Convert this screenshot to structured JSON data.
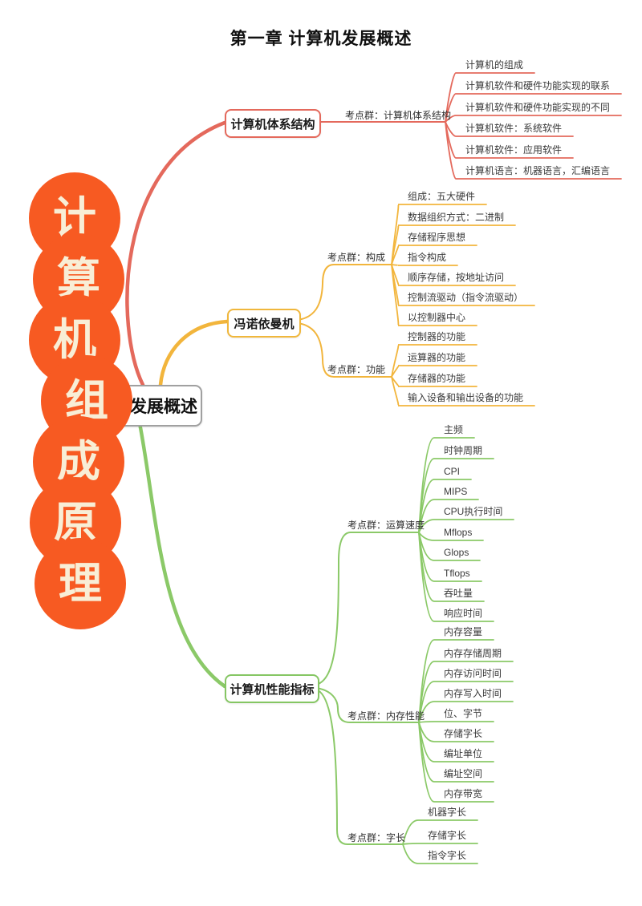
{
  "title": "第一章 计算机发展概述",
  "logo": {
    "text": "计算机组成原理",
    "chars": [
      "计",
      "算",
      "机",
      "组",
      "成",
      "原",
      "理"
    ]
  },
  "root": {
    "label": "发展概述"
  },
  "colors": {
    "branch_red": "#e4695c",
    "branch_yellow": "#f2b53c",
    "branch_green": "#8bc968",
    "logo_orange": "#f75a22",
    "logo_text_cream": "#f8eed6"
  },
  "branches": [
    {
      "label": "计算机体系结构",
      "groups": [
        {
          "label": "考点群：计算机体系结构",
          "leaves": [
            "计算机的组成",
            "计算机软件和硬件功能实现的联系",
            "计算机软件和硬件功能实现的不同",
            "计算机软件：系统软件",
            "计算机软件：应用软件",
            "计算机语言：机器语言，汇编语言"
          ]
        }
      ]
    },
    {
      "label": "冯诺依曼机",
      "groups": [
        {
          "label": "考点群：构成",
          "leaves": [
            "组成：五大硬件",
            "数据组织方式：二进制",
            "存储程序思想",
            "指令构成",
            "顺序存储，按地址访问",
            "控制流驱动（指令流驱动）",
            "以控制器中心"
          ]
        },
        {
          "label": "考点群：功能",
          "leaves": [
            "控制器的功能",
            "运算器的功能",
            "存储器的功能",
            "输入设备和输出设备的功能"
          ]
        }
      ]
    },
    {
      "label": "计算机性能指标",
      "groups": [
        {
          "label": "考点群：运算速度",
          "leaves": [
            "主频",
            "时钟周期",
            "CPI",
            "MIPS",
            "CPU执行时间",
            "Mflops",
            "Glops",
            "Tflops",
            "吞吐量",
            "响应时间"
          ]
        },
        {
          "label": "考点群：内存性能",
          "leaves": [
            "内存容量",
            "内存存储周期",
            "内存访问时间",
            "内存写入时间",
            "位、字节",
            "存储字长",
            "编址单位",
            "编址空间",
            "内存带宽"
          ]
        },
        {
          "label": "考点群：字长",
          "leaves": [
            "机器字长",
            "存储字长",
            "指令字长"
          ]
        }
      ]
    }
  ]
}
